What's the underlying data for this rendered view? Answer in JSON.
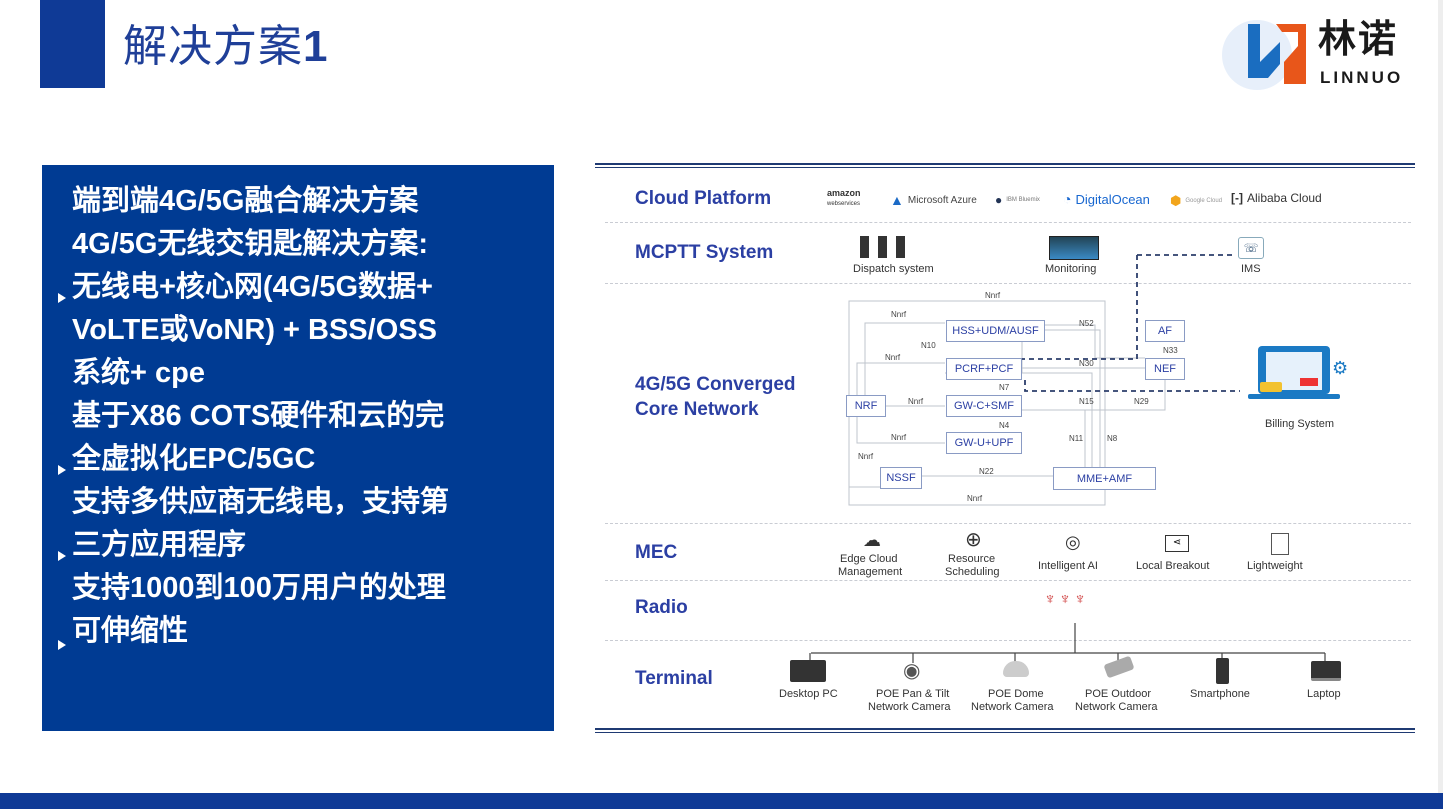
{
  "header": {
    "title": "解决方案",
    "title_num": "1",
    "logo_cn": "林诺",
    "logo_en": "LINNUO"
  },
  "panel": {
    "lines": [
      "端到端4G/5G融合解决方案",
      "4G/5G无线交钥匙解决方案:",
      "无线电+核心网(4G/5G数据+",
      "VoLTE或VoNR) + BSS/OSS",
      "系统+ cpe",
      "基于X86 COTS硬件和云的完",
      "全虚拟化EPC/5GC",
      "支持多供应商无线电，支持第",
      "三方应用程序",
      "支持1000到100万用户的处理",
      "可伸缩性"
    ]
  },
  "diagram": {
    "rows": [
      "Cloud Platform",
      "MCPTT System",
      "4G/5G Converged",
      "Core Network",
      "MEC",
      "Radio",
      "Terminal"
    ],
    "cloud": [
      "amazon",
      "webservices",
      "Microsoft Azure",
      "IBM Bluemix",
      "DigitalOcean",
      "Google Cloud",
      "Alibaba Cloud"
    ],
    "mcptt": [
      "Dispatch system",
      "Monitoring",
      "IMS"
    ],
    "core_boxes": [
      "HSS+UDM/AUSF",
      "PCRF+PCF",
      "GW-C+SMF",
      "GW-U+UPF",
      "NRF",
      "NSSF",
      "MME+AMF",
      "AF",
      "NEF"
    ],
    "links": [
      "Nnrf",
      "N52",
      "N10",
      "N30",
      "N33",
      "N7",
      "N15",
      "N29",
      "N4",
      "N11",
      "N8",
      "N22"
    ],
    "billing": "Billing System",
    "mec": [
      "Edge Cloud",
      "Management",
      "Resource",
      "Scheduling",
      "Intelligent AI",
      "Local Breakout",
      "Lightweight"
    ],
    "terminal": [
      "Desktop PC",
      "POE Pan & Tilt",
      "Network Camera",
      "POE Dome",
      "Network Camera",
      "POE Outdoor",
      "Network Camera",
      "Smartphone",
      "Laptop"
    ]
  },
  "colors": {
    "brand_blue": "#0f3a96",
    "logo_orange": "#e8561a",
    "logo_blue": "#1a6dc0"
  }
}
